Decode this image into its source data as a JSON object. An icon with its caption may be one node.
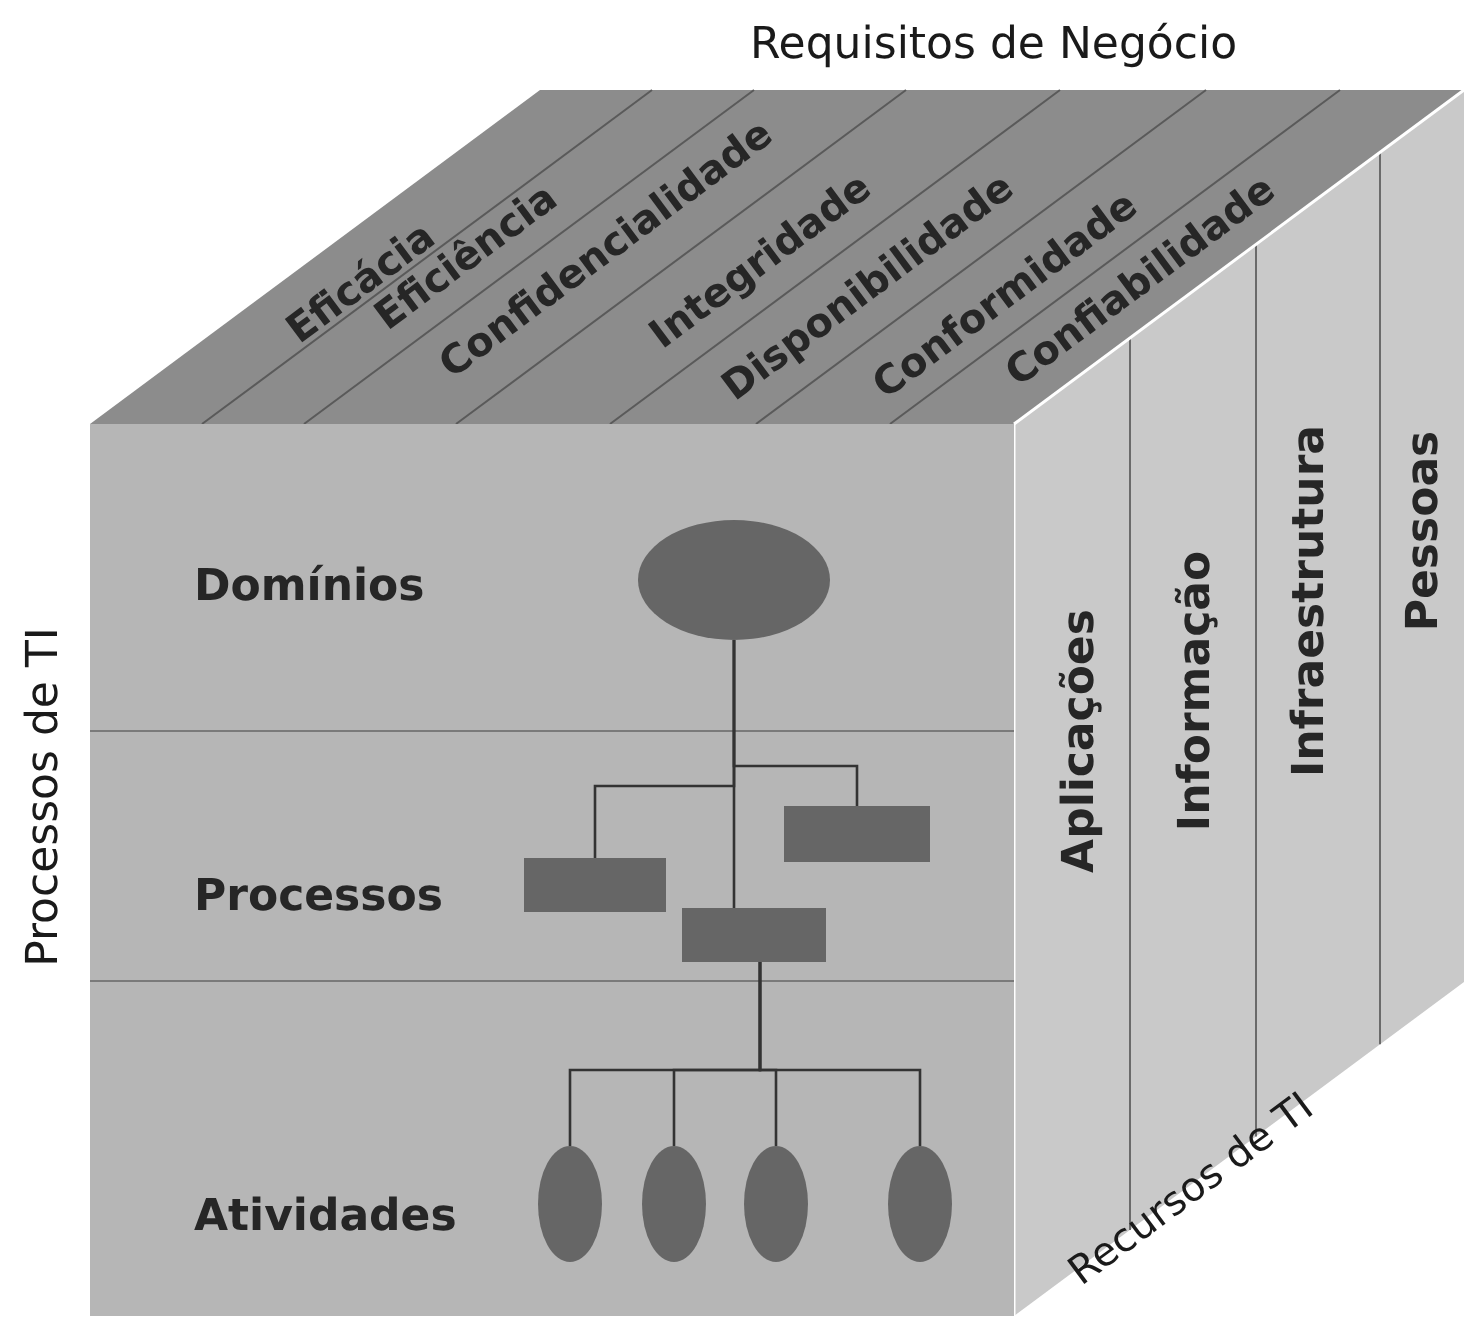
{
  "diagram": {
    "nodes": [
      {
        "text": [
          "Domínios"
        ]
      },
      {
        "text": [
          "Processos"
        ]
      },
      {
        "text": [
          "Atividades"
        ]
      },
      {
        "text": [],
        "shape": "circle",
        "in": 0
      },
      {
        "text": [],
        "shape": "box",
        "in": 1
      },
      {
        "text": [],
        "shape": "box",
        "in": 1
      },
      {
        "text": [],
        "shape": "box",
        "in": 1
      },
      {
        "text": [],
        "shape": "circle",
        "in": 2
      },
      {
        "text": [],
        "shape": "circle",
        "in": 2
      },
      {
        "text": [],
        "shape": "circle",
        "in": 2
      },
      {
        "text": [],
        "shape": "circle",
        "in": 2
      }
    ],
    "edges": [
      {
        "from": 3,
        "to": 4,
        "arrow": "none"
      },
      {
        "from": 3,
        "to": 5,
        "arrow": "none"
      },
      {
        "from": 3,
        "to": 6,
        "arrow": "none"
      },
      {
        "from": 6,
        "to": 7,
        "arrow": "none"
      },
      {
        "from": 6,
        "to": 8,
        "arrow": "none"
      },
      {
        "from": 6,
        "to": 9,
        "arrow": "none"
      },
      {
        "from": 6,
        "to": 10,
        "arrow": "none"
      }
    ],
    "labels": [
      "Requisitos de Negócio",
      "Eficácia",
      "Eficiência",
      "Confidencialidade",
      "Integridade",
      "Disponibilidade",
      "Conformidade",
      "Confiabilidade",
      "Processos de TI",
      "Aplicações",
      "Informação",
      "Infraestrutura",
      "Pessoas",
      "Recursos de TI"
    ]
  }
}
